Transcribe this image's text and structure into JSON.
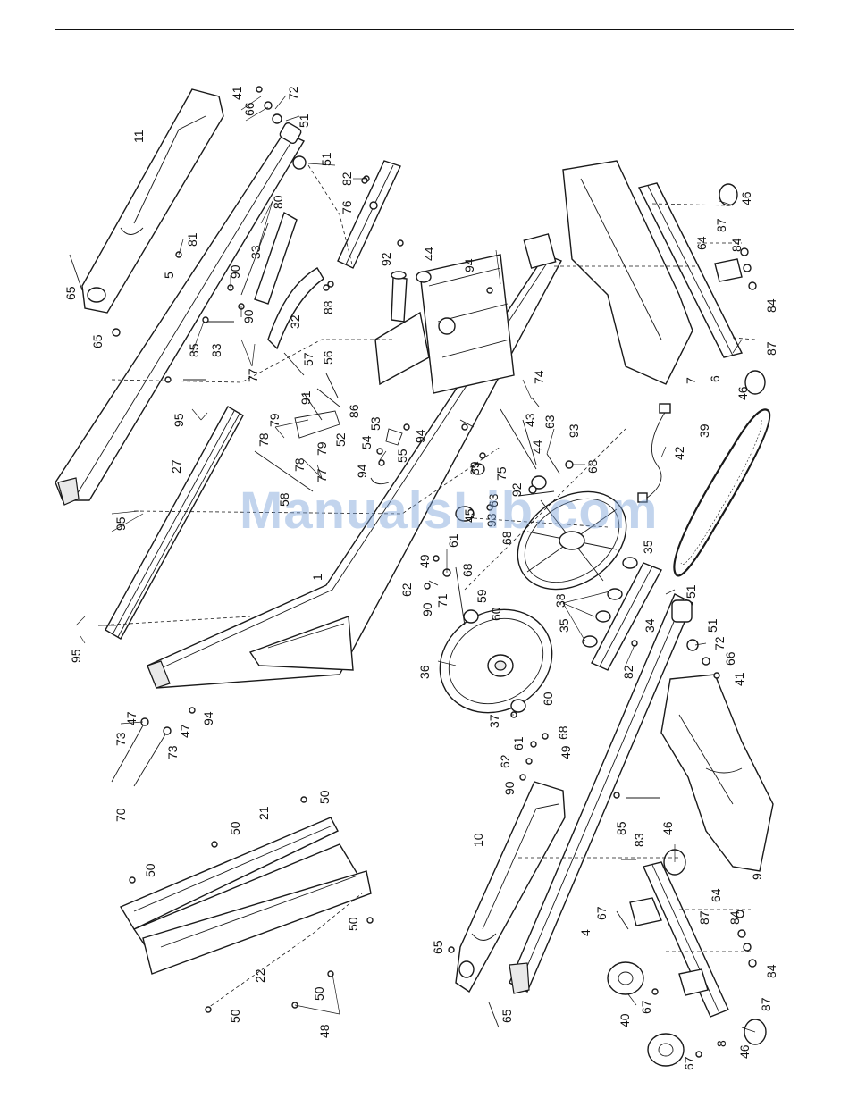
{
  "watermark": "ManualsLib.com",
  "callouts": {
    "c11": "11",
    "c41a": "41",
    "c66a": "66",
    "c72a": "72",
    "c51a": "51",
    "c51b": "51",
    "c82a": "82",
    "c76": "76",
    "c80": "80",
    "c33": "33",
    "c81": "81",
    "c65a": "65",
    "c5": "5",
    "c90a": "90",
    "c90b": "90",
    "c88": "88",
    "c32": "32",
    "c65b": "65",
    "c85a": "85",
    "c83a": "83",
    "c77a": "77",
    "c57": "57",
    "c56": "56",
    "c91": "91",
    "c86": "86",
    "c92a": "92",
    "c44a": "44",
    "c94a": "94",
    "c46a": "46",
    "c87a": "87",
    "c64a": "64",
    "c84a": "84",
    "c84b": "84",
    "c87b": "87",
    "c7": "7",
    "c6": "6",
    "c46b": "46",
    "c95a": "95",
    "c79a": "79",
    "c78a": "78",
    "c79b": "79",
    "c52": "52",
    "c53": "53",
    "c94b": "94",
    "c54": "54",
    "c55": "55",
    "c78b": "78",
    "c77b": "77",
    "c58": "58",
    "c94c": "94",
    "c27": "27",
    "c74": "74",
    "c43": "43",
    "c63a": "63",
    "c93": "93",
    "c44b": "44",
    "c68a": "68",
    "c89": "89",
    "c75": "75",
    "c92b": "92",
    "c63b": "63",
    "c45": "45",
    "c93b": "93",
    "c68b": "68",
    "c42": "42",
    "c39": "39",
    "c95b": "95",
    "c61a": "61",
    "c49a": "49",
    "c68c": "68",
    "c62a": "62",
    "c71": "71",
    "c59": "59",
    "c90c": "90",
    "c60a": "60",
    "c1": "1",
    "c38": "38",
    "c35a": "35",
    "c35b": "35",
    "c51c": "51",
    "c34": "34",
    "c51d": "51",
    "c72b": "72",
    "c66b": "66",
    "c41b": "41",
    "c82b": "82",
    "c95c": "95",
    "c36": "36",
    "c60b": "60",
    "c47a": "47",
    "c94d": "94",
    "c73a": "73",
    "c47b": "47",
    "c73b": "73",
    "c37": "37",
    "c68d": "68",
    "c61b": "61",
    "c49b": "49",
    "c62b": "62",
    "c90d": "90",
    "c70": "70",
    "c50a": "50",
    "c50b": "50",
    "c21": "21",
    "c50c": "50",
    "c10": "10",
    "c9": "9",
    "c46c": "46",
    "c85b": "85",
    "c83b": "83",
    "c64b": "64",
    "c87c": "87",
    "c84c": "84",
    "c84d": "84",
    "c67a": "67",
    "c4": "4",
    "c65c": "65",
    "c22": "22",
    "c50d": "50",
    "c50e": "50",
    "c50f": "50",
    "c48": "48",
    "c87d": "87",
    "c67b": "67",
    "c40": "40",
    "c65d": "65",
    "c8": "8",
    "c67c": "67",
    "c46d": "46"
  }
}
